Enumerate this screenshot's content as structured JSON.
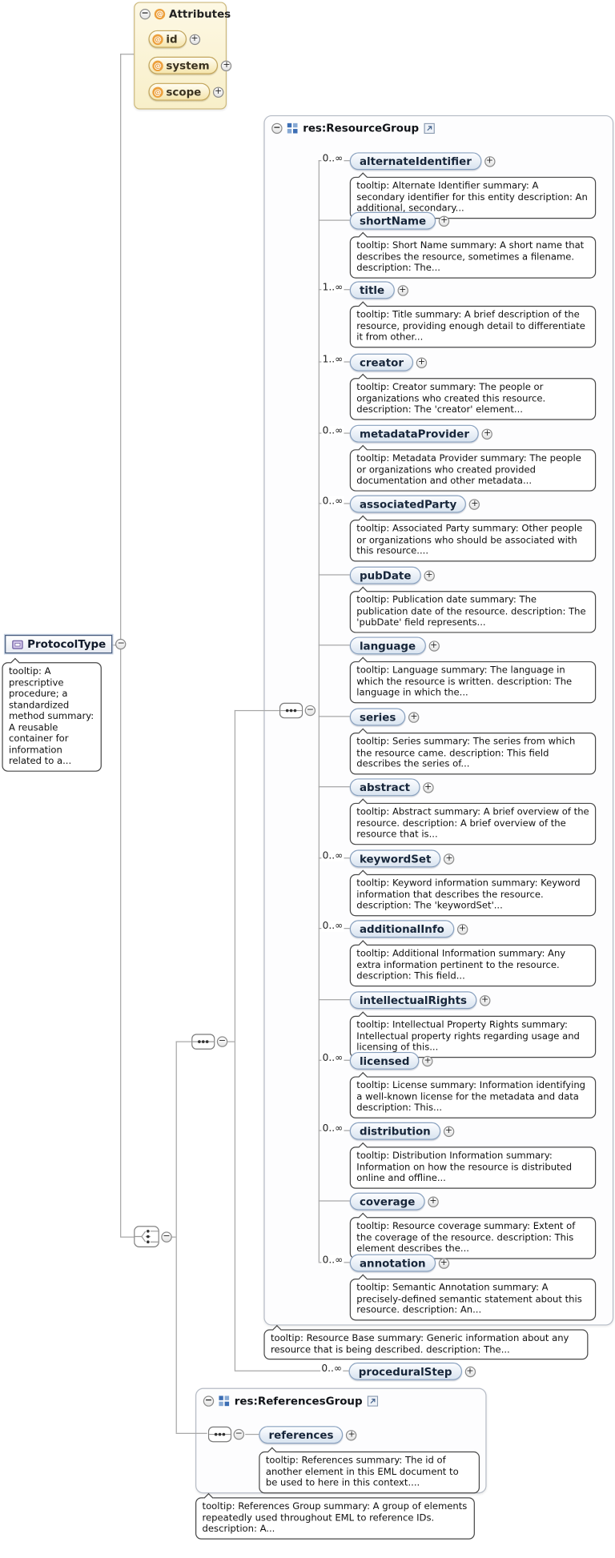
{
  "icons": {
    "plus": "+",
    "minus": "−",
    "at": "@"
  },
  "colors": {
    "element_border": "#89a1bf",
    "attribute_accent": "#ec9f3b",
    "group_icon_blue": "#3c6eb4",
    "line": "#a6a6a6"
  },
  "root": {
    "label": "ProtocolType",
    "tooltip": "tooltip: A prescriptive procedure; a standardized method summary: A reusable container for information related to a..."
  },
  "attributes_panel": {
    "title": "Attributes",
    "items": [
      {
        "name": "id"
      },
      {
        "name": "system"
      },
      {
        "name": "scope"
      }
    ]
  },
  "resource_group": {
    "title": "res:ResourceGroup",
    "tooltip": "tooltip: Resource Base summary: Generic information about any resource that is being described. description: The...",
    "elements": [
      {
        "name": "alternateIdentifier",
        "cardinality": "0..∞",
        "tooltip": "tooltip: Alternate Identifier summary: A secondary identifier for this entity description: An additional, secondary..."
      },
      {
        "name": "shortName",
        "cardinality": "",
        "tooltip": "tooltip: Short Name summary: A short name that describes the resource, sometimes a filename. description: The..."
      },
      {
        "name": "title",
        "cardinality": "1..∞",
        "tooltip": "tooltip: Title summary: A brief description of the resource, providing enough detail to differentiate it from other..."
      },
      {
        "name": "creator",
        "cardinality": "1..∞",
        "tooltip": "tooltip: Creator summary: The people or organizations who created this resource. description: The 'creator' element..."
      },
      {
        "name": "metadataProvider",
        "cardinality": "0..∞",
        "tooltip": "tooltip: Metadata Provider summary: The people or organizations who created provided documentation and other metadata..."
      },
      {
        "name": "associatedParty",
        "cardinality": "0..∞",
        "tooltip": "tooltip: Associated Party summary: Other people or organizations who should be associated with this resource...."
      },
      {
        "name": "pubDate",
        "cardinality": "",
        "tooltip": "tooltip: Publication date summary: The publication date of the resource. description: The 'pubDate' field represents..."
      },
      {
        "name": "language",
        "cardinality": "",
        "tooltip": "tooltip: Language summary: The language in which the resource is written. description: The language in which the..."
      },
      {
        "name": "series",
        "cardinality": "",
        "tooltip": "tooltip: Series summary: The series from which the resource came. description: This field describes the series of..."
      },
      {
        "name": "abstract",
        "cardinality": "",
        "tooltip": "tooltip: Abstract summary: A brief overview of the resource. description: A brief overview of the resource that is..."
      },
      {
        "name": "keywordSet",
        "cardinality": "0..∞",
        "tooltip": "tooltip: Keyword information summary: Keyword information that describes the resource. description: The 'keywordSet'..."
      },
      {
        "name": "additionalInfo",
        "cardinality": "0..∞",
        "tooltip": "tooltip: Additional Information summary: Any extra information pertinent to the resource. description: This field..."
      },
      {
        "name": "intellectualRights",
        "cardinality": "",
        "tooltip": "tooltip: Intellectual Property Rights summary: Intellectual property rights regarding usage and licensing of this..."
      },
      {
        "name": "licensed",
        "cardinality": "0..∞",
        "tooltip": "tooltip: License summary: Information identifying a well-known license for the metadata and data description: This..."
      },
      {
        "name": "distribution",
        "cardinality": "0..∞",
        "tooltip": "tooltip: Distribution Information summary: Information on how the resource is distributed online and offline..."
      },
      {
        "name": "coverage",
        "cardinality": "",
        "tooltip": "tooltip: Resource coverage summary: Extent of the coverage of the resource. description: This element describes the..."
      },
      {
        "name": "annotation",
        "cardinality": "0..∞",
        "tooltip": "tooltip: Semantic Annotation summary: A precisely-defined semantic statement about this resource. description: An..."
      }
    ]
  },
  "procedural_step": {
    "name": "proceduralStep",
    "cardinality": "0..∞"
  },
  "references_group": {
    "title": "res:ReferencesGroup",
    "tooltip": "tooltip: References Group summary: A group of elements repeatedly used throughout EML to reference IDs. description: A...",
    "elements": [
      {
        "name": "references",
        "cardinality": "",
        "tooltip": "tooltip: References summary: The id of another element in this EML document to be used to here in this context...."
      }
    ]
  }
}
